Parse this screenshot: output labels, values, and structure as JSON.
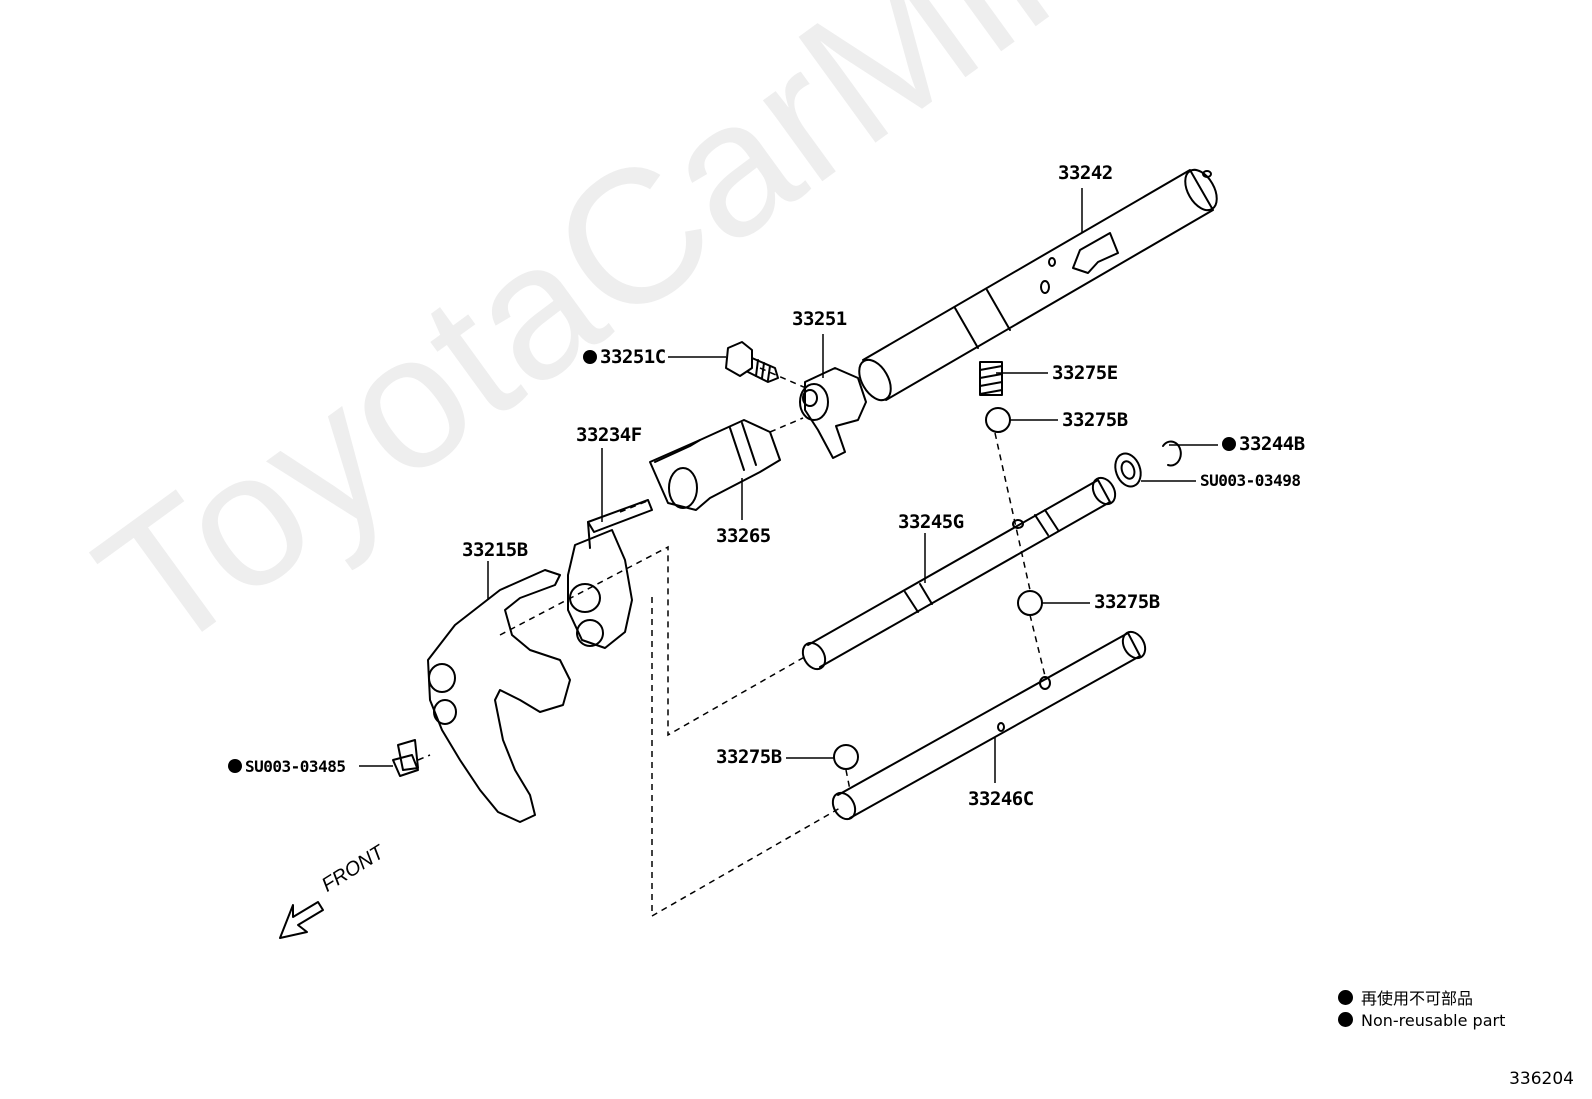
{
  "watermark": "ToyotaCarMine.ru",
  "direction_label": "FRONT",
  "parts": {
    "p33242": "33242",
    "p33251": "33251",
    "p33251C": "33251C",
    "p33275E": "33275E",
    "p33275B_top": "33275B",
    "p33244B": "33244B",
    "pSU003_03498": "SU003-03498",
    "p33234F": "33234F",
    "p33265": "33265",
    "p33245G": "33245G",
    "p33215B": "33215B",
    "p33275B_mid": "33275B",
    "p33275B_low": "33275B",
    "p33246C": "33246C",
    "pSU003_03485": "SU003-03485"
  },
  "legend": {
    "japanese": "再使用不可部品",
    "english": "Non-reusable part"
  },
  "diagram_code": "336204",
  "colors": {
    "line": "#000000",
    "watermark": "#eeeeee"
  }
}
